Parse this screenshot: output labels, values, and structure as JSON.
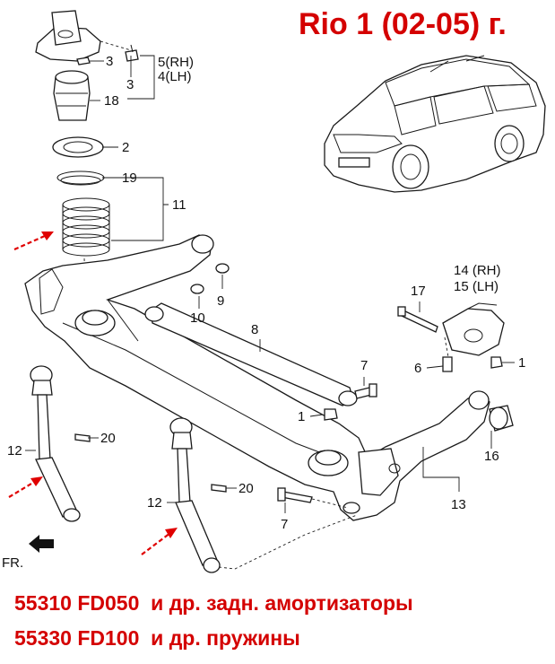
{
  "title": "Rio 1 (02-05) г.",
  "captions": [
    "55310 FD050  и др. задн. амортизаторы",
    "55330 FD100  и др. пружины"
  ],
  "front_marker": "FR.",
  "callouts": {
    "c3a": "3",
    "c3b": "3",
    "c5": "5(RH)",
    "c4": "4(LH)",
    "c18": "18",
    "c2": "2",
    "c19": "19",
    "c11": "11",
    "c10": "10",
    "c9": "9",
    "c8": "8",
    "c7a": "7",
    "c1a": "1",
    "c17": "17",
    "c14": "14 (RH)",
    "c15": "15 (LH)",
    "c6": "6",
    "c1b": "1",
    "c12a": "12",
    "c20a": "20",
    "c12b": "12",
    "c20b": "20",
    "c7b": "7",
    "c16": "16",
    "c13": "13"
  },
  "colors": {
    "highlight": "#d40000",
    "arrow": "#e00000",
    "line": "#1a1a1a"
  }
}
